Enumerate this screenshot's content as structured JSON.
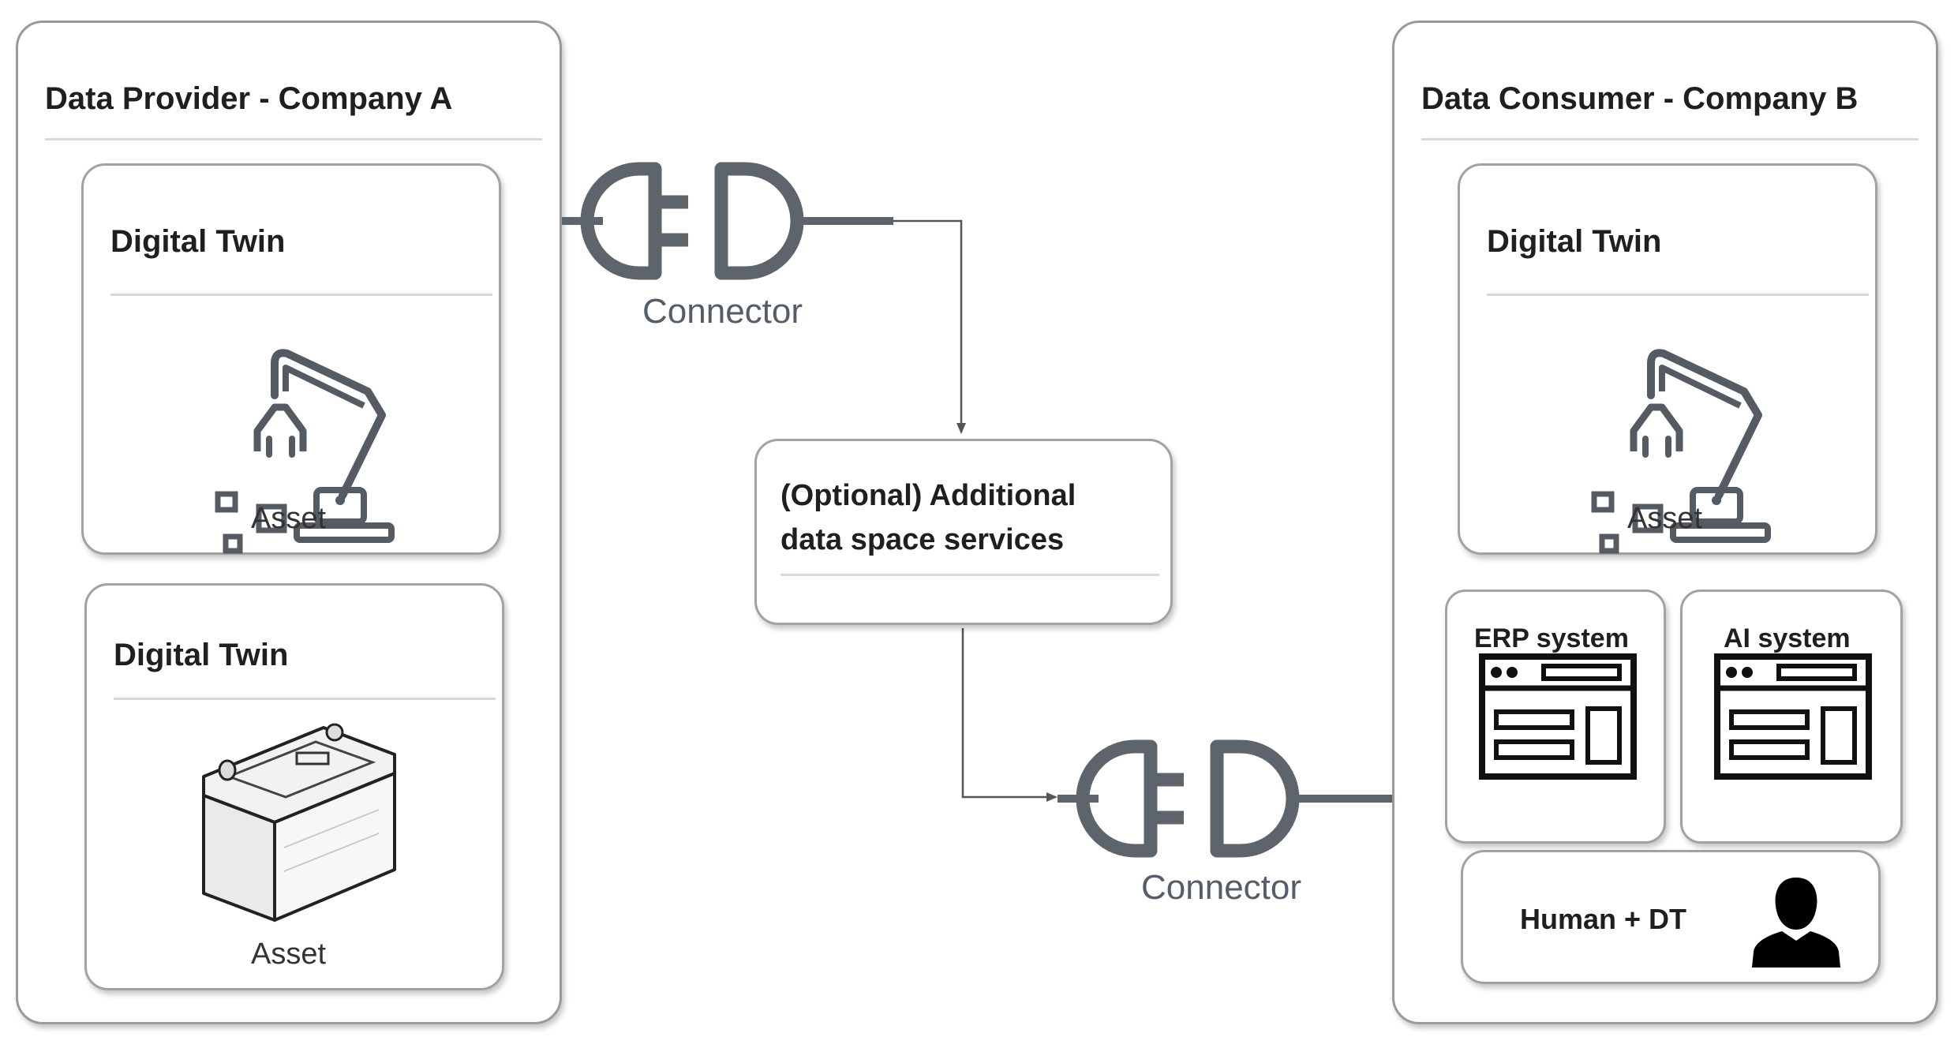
{
  "provider": {
    "title": "Data Provider - Company A",
    "twin1": {
      "title": "Digital Twin",
      "asset_label": "Asset",
      "icon": "robot-arm-icon"
    },
    "twin2": {
      "title": "Digital Twin",
      "asset_label": "Asset",
      "icon": "battery-icon"
    }
  },
  "connector_top": {
    "label": "Connector",
    "icon": "plug-connector-icon"
  },
  "services": {
    "title_line1": "(Optional) Additional",
    "title_line2": "data space services"
  },
  "connector_bottom": {
    "label": "Connector",
    "icon": "plug-connector-icon"
  },
  "consumer": {
    "title": "Data Consumer - Company B",
    "twin": {
      "title": "Digital Twin",
      "asset_label": "Asset",
      "icon": "robot-arm-icon"
    },
    "erp": {
      "title": "ERP system",
      "icon": "app-window-icon"
    },
    "ai": {
      "title": "AI system",
      "icon": "app-window-icon"
    },
    "human": {
      "title": "Human + DT",
      "icon": "person-icon"
    }
  },
  "colors": {
    "icon_stroke": "#5e646c",
    "border": "#9a9a9a",
    "arrow": "#555555"
  }
}
